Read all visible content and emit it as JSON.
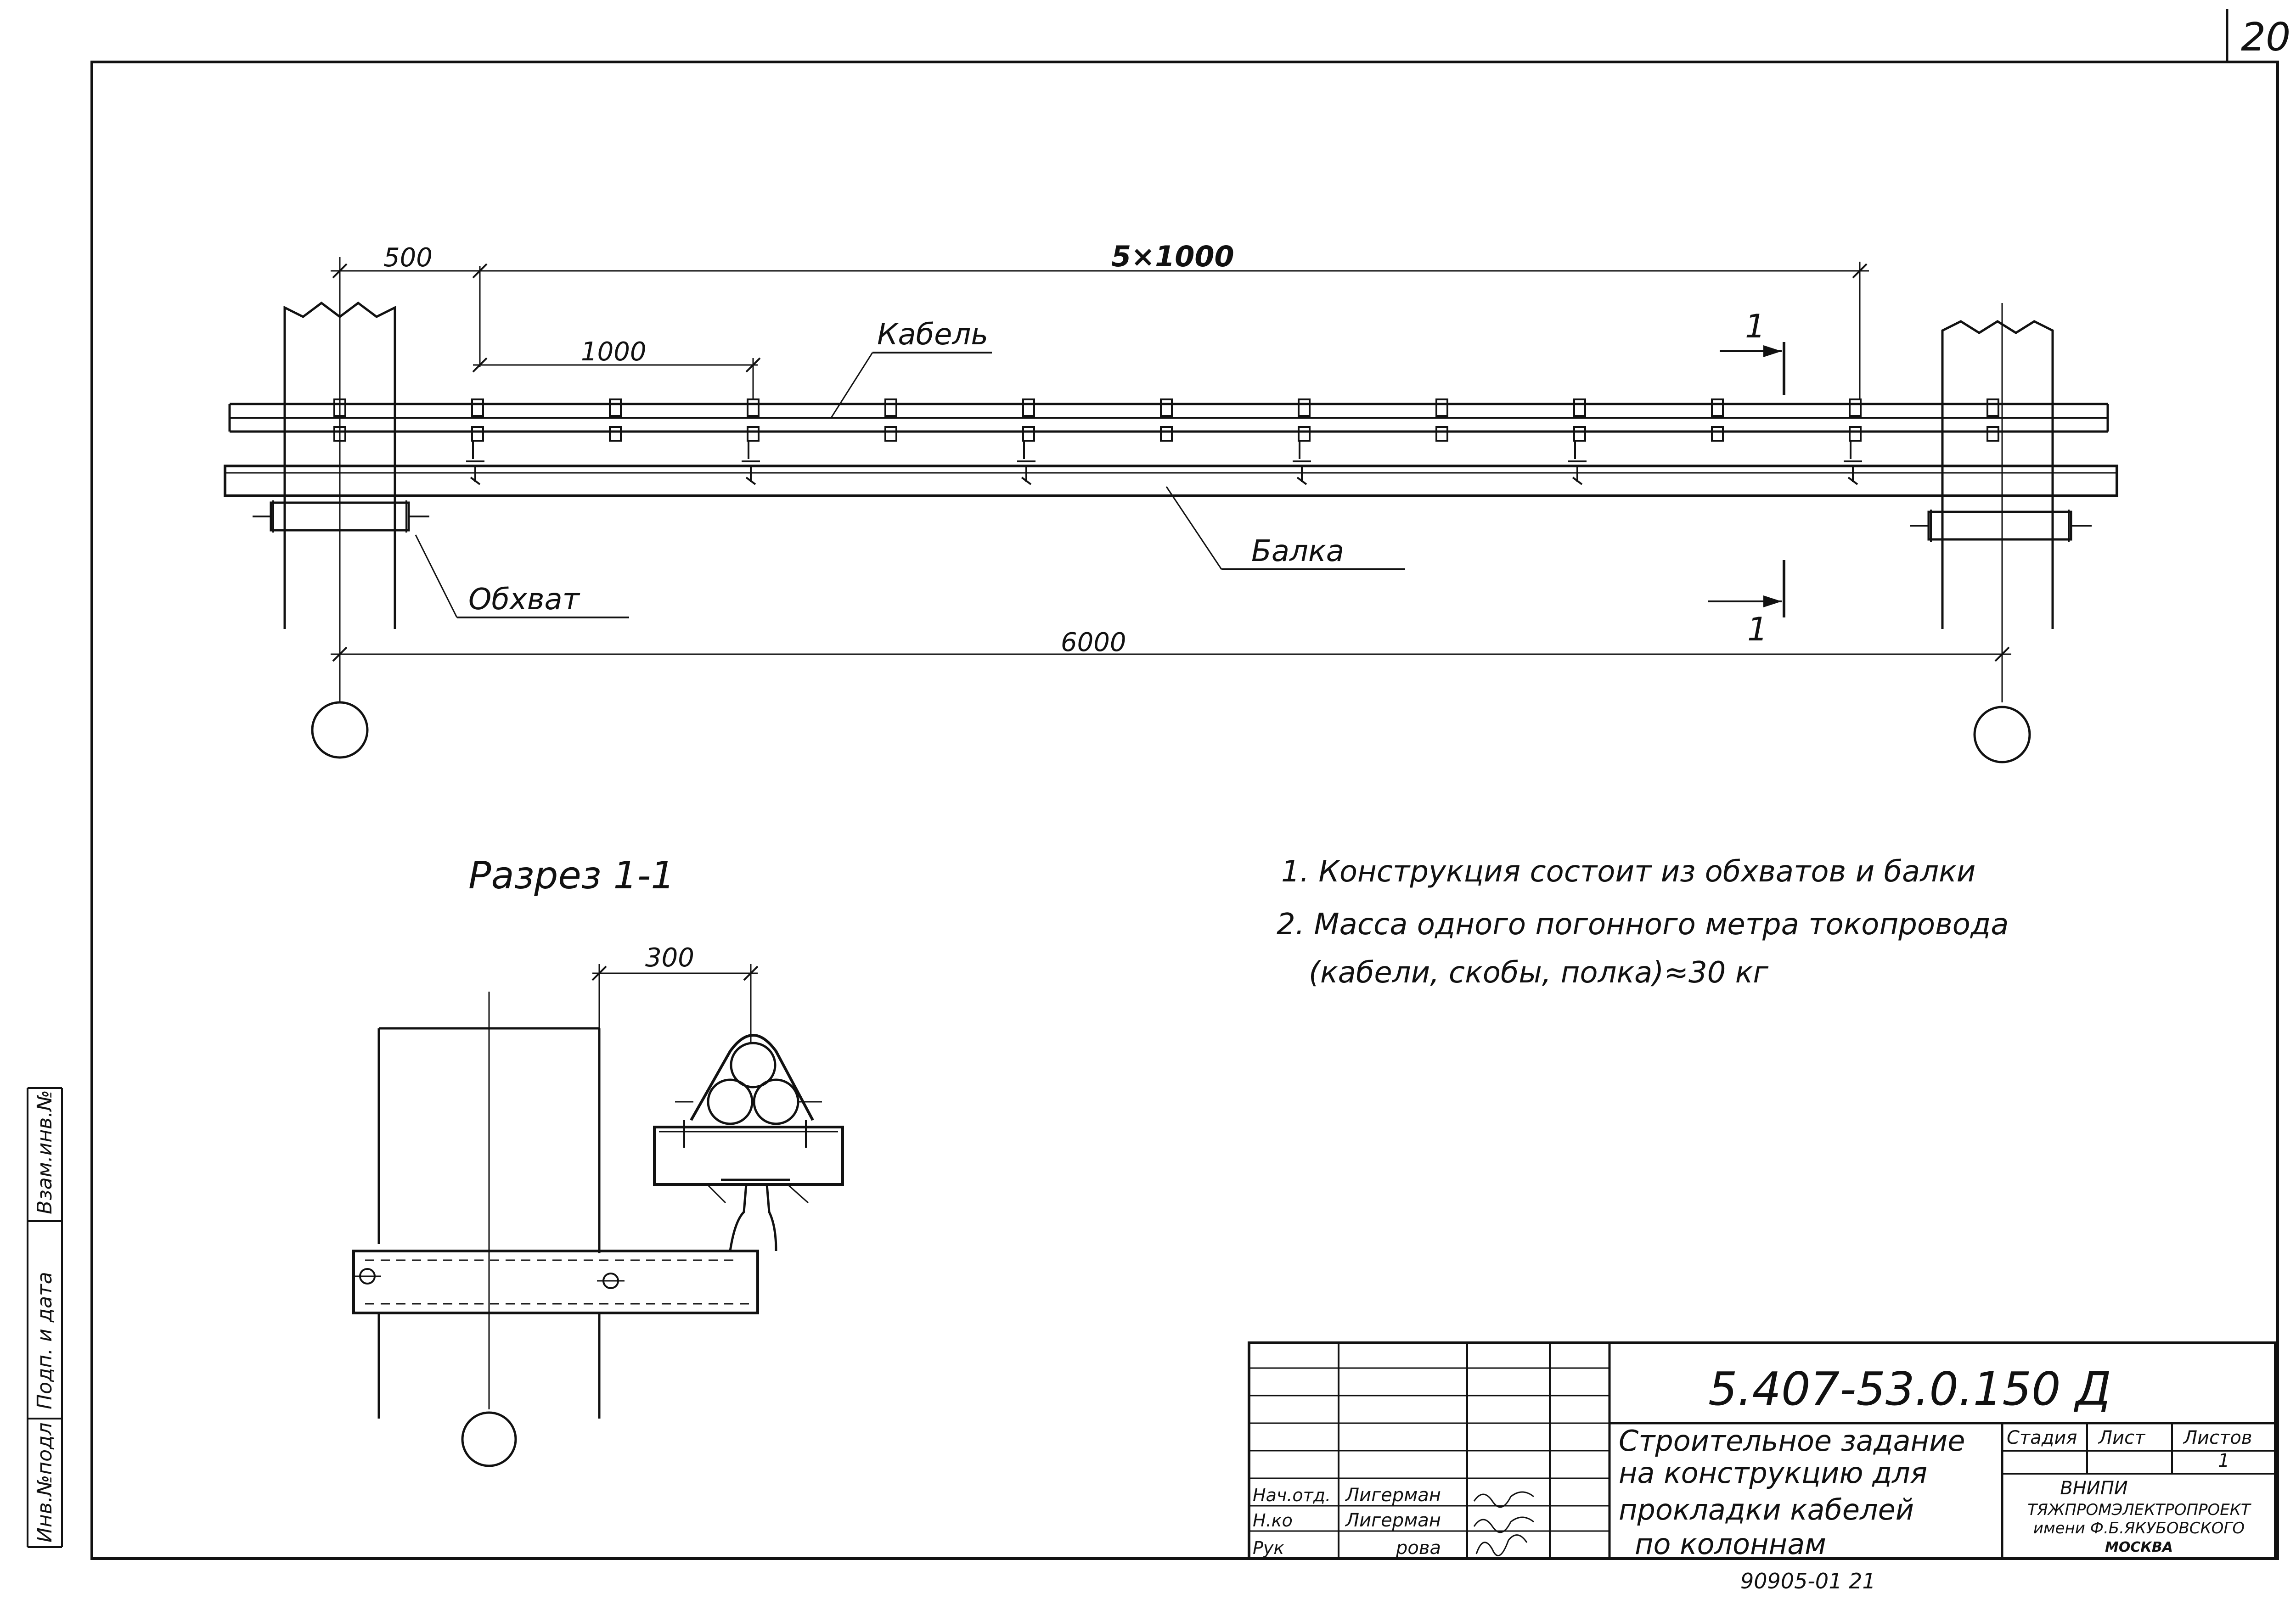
{
  "sheet_number": "20",
  "elevation": {
    "dims": {
      "d500": "500",
      "d5x1000": "5×1000",
      "d1000": "1000",
      "d6000": "6000"
    },
    "labels": {
      "cable": "Кабель",
      "beam": "Балка",
      "clamp": "Обхват"
    },
    "section_mark": "1"
  },
  "section": {
    "title": "Разрез 1-1",
    "dim300": "300"
  },
  "notes": [
    "1. Конструкция состоит из обхватов и балки",
    "2. Масса одного погонного метра токопровода",
    "(кабели, скобы, полка)≈30 кг"
  ],
  "title_block": {
    "doc_code": "5.407-53.0.150 Д",
    "title_lines": [
      "Строительное задание",
      "на конструкцию для",
      "прокладки кабелей",
      "по колоннам"
    ],
    "headers": {
      "stage": "Стадия",
      "sheet": "Лист",
      "sheets": "Листов"
    },
    "sheets_value": "1",
    "roles": [
      {
        "role": "Нач.отд.",
        "name": "Лигерман"
      },
      {
        "role": "Н.кo",
        "name": "Лигерман"
      },
      {
        "role": "Рук",
        "name": "рова"
      }
    ],
    "org_lines": [
      "ВНИПИ",
      "ТЯЖПРОМЭЛЕКТРОПРОЕКТ",
      "имени Ф.Б.ЯКУБОВСКОГО",
      "МОСКВА"
    ]
  },
  "side_stamp": [
    "Инв.№подл",
    "Подп. и дата",
    "Взам.инв.№"
  ],
  "bottom_code": "90905-01  21"
}
